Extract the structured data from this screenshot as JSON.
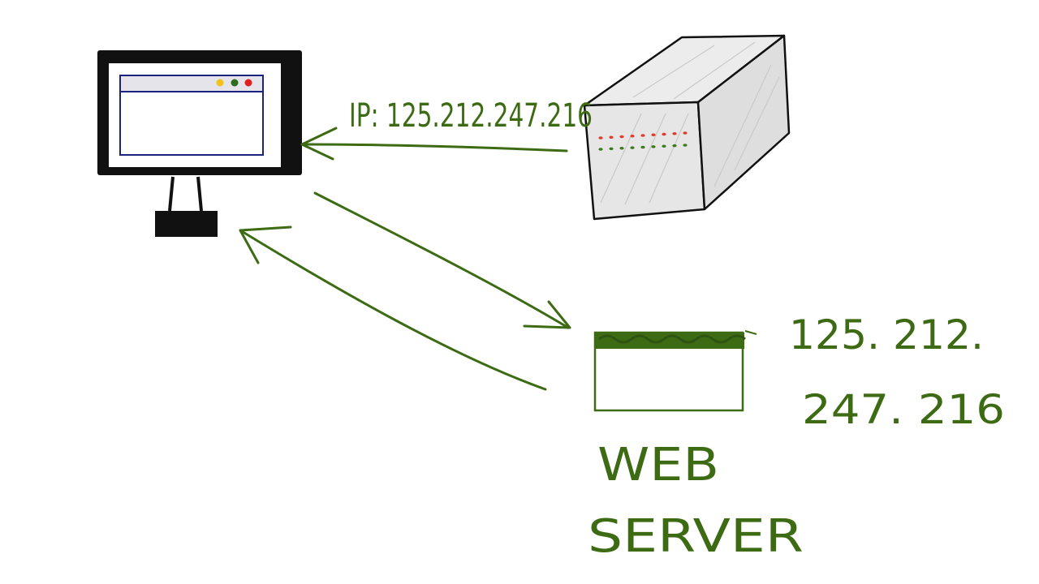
{
  "labels": {
    "ip_label": "IP: 125.212.247.216",
    "address_line1": "125. 212.",
    "address_line2": "247. 216",
    "server_label_line1": "WEB",
    "server_label_line2": "SERVER"
  },
  "browser_dots": [
    "#f2c21b",
    "#2e6b1a",
    "#e02020"
  ],
  "server_leds": {
    "row1": "#e03a2a",
    "row2": "#3d7a1e"
  },
  "colors": {
    "ink": "#3d6b14",
    "monitor_frame": "#111111",
    "browser_outline": "#1a237e",
    "server_fill": "#e6e6e6"
  }
}
